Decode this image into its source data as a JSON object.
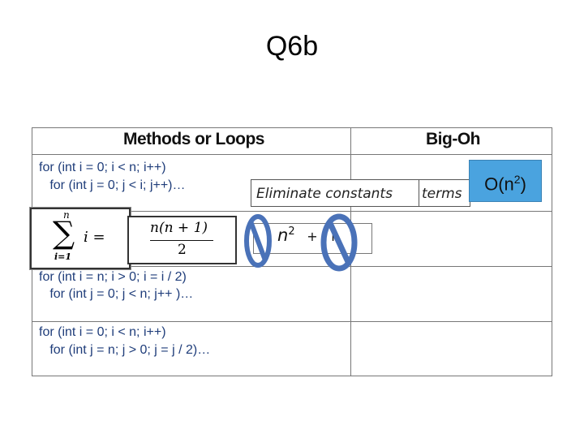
{
  "slide": {
    "title": "Q6b"
  },
  "table": {
    "headers": {
      "col1": "Methods or Loops",
      "col2": "Big-Oh"
    },
    "rows": [
      {
        "line1": "for (int i = 0; i < n; i++)",
        "line2": "   for (int j = 0; j < i; j++)…"
      },
      {
        "line1": "for (int i = n; i > 0; i = i / 2)",
        "line2": "   for (int j = 0; j < n; j++ )…"
      },
      {
        "line1": "for (int i = 0; i < n; i++)",
        "line2": "   for (int j = n; j > 0; j = j / 2)…"
      }
    ]
  },
  "annotation": {
    "eliminate": "Eliminate constants",
    "terms": "terms"
  },
  "answer": {
    "prefix": "O(n",
    "exp": "2",
    "suffix": ")"
  },
  "math": {
    "sum_top": "n",
    "sum_bottom": "i=1",
    "sum_body": "i =",
    "frac_num": "n(n + 1)",
    "frac_den": "2",
    "expr_term1": "n",
    "expr_exp1": "2",
    "expr_op": "+",
    "expr_term2": "n"
  },
  "colors": {
    "code": "#1f3d7a",
    "answer_bg": "#4aa3df",
    "no_sign": "#4a72b8"
  },
  "icons": [
    "no-sign-icon"
  ]
}
